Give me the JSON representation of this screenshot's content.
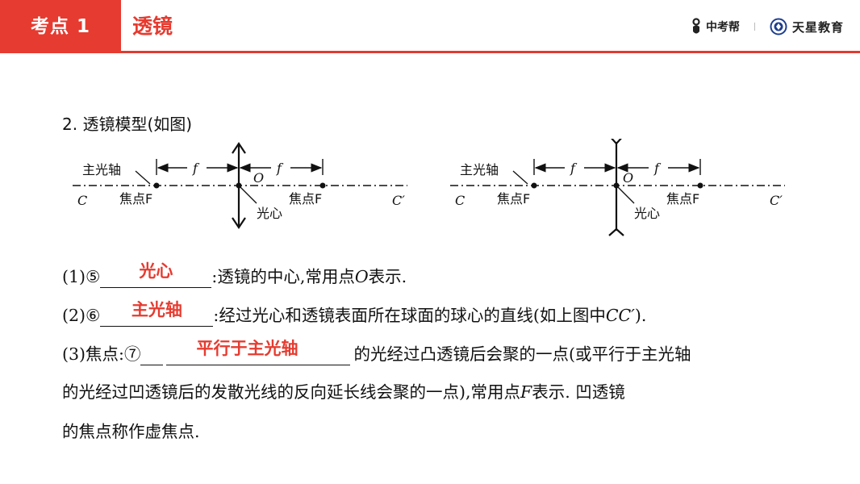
{
  "header": {
    "tag": "考点 1",
    "title": "透镜",
    "logo_zkb": "中考帮",
    "logo_tx": "天星教育"
  },
  "section_title": "2. 透镜模型(如图)",
  "diagram": {
    "axis_label": "主光轴",
    "c_left": "C",
    "c_right": "C′",
    "focal_f": "f",
    "center_o": "O",
    "focus_left": "焦点F",
    "focus_right": "焦点F",
    "optical_center": "光心"
  },
  "lines": {
    "l1_prefix": "(1)⑤",
    "l1_answer": "光心",
    "l1_suffix": ":透镜的中心,常用点",
    "l1_var": "O",
    "l1_end": "表示.",
    "l2_prefix": "(2)⑥",
    "l2_answer": "主光轴",
    "l2_suffix": ":经过光心和透镜表面所在球面的球心的直线(如上图中",
    "l2_var": "CC′",
    "l2_end": ").",
    "l3_prefix": "(3)焦点:⑦",
    "l3_answer": "平行于主光轴",
    "l3_suffix": "的光经过凸透镜后会聚的一点(或平行于主光轴",
    "l4_text": "的光经过凹透镜后的发散光线的反向延长线会聚的一点),常用点",
    "l4_var": "F",
    "l4_end": "表示. 凹透镜",
    "l5_text": "的焦点称作虚焦点."
  }
}
